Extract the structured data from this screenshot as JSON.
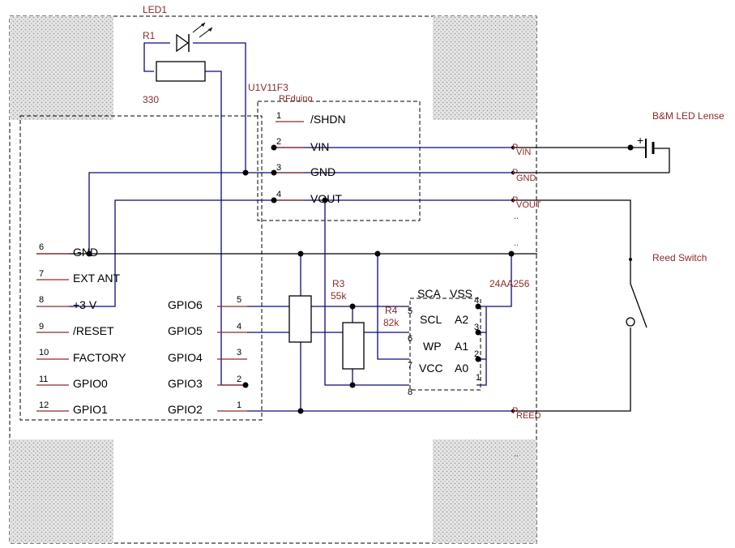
{
  "components": {
    "led_ref": "LED1",
    "r1_ref": "R1",
    "r1_value": "330",
    "module_ref": "U1V11F3",
    "module_name": "RFduino",
    "r3_ref": "R3",
    "r3_value": "55k",
    "r4_ref": "R4",
    "r4_value": "82k",
    "eeprom_ref": "24AA256",
    "battery_ref": "B&M LED Lense",
    "switch_ref": "Reed Switch",
    "battery_plus": "+"
  },
  "regulator_pins": [
    {
      "num": "1",
      "label": "/SHDN"
    },
    {
      "num": "2",
      "label": "VIN"
    },
    {
      "num": "3",
      "label": "GND"
    },
    {
      "num": "4",
      "label": "VOUT"
    }
  ],
  "left_pins": [
    {
      "num": "6",
      "label": "GND"
    },
    {
      "num": "7",
      "label": "EXT ANT"
    },
    {
      "num": "8",
      "label": "+3 V"
    },
    {
      "num": "9",
      "label": "/RESET"
    },
    {
      "num": "10",
      "label": "FACTORY"
    },
    {
      "num": "11",
      "label": "GPIO0"
    },
    {
      "num": "12",
      "label": "GPIO1"
    }
  ],
  "right_pins": [
    {
      "num": "5",
      "label": "GPIO6"
    },
    {
      "num": "4",
      "label": "GPIO5"
    },
    {
      "num": "3",
      "label": "GPIO4"
    },
    {
      "num": "2",
      "label": "GPIO3"
    },
    {
      "num": "1",
      "label": "GPIO2"
    }
  ],
  "eeprom": {
    "left_labels": [
      "SCA",
      "SCL",
      "WP",
      "VCC"
    ],
    "right_labels": [
      "VSS",
      "A2",
      "A1",
      "A0"
    ],
    "left_pins": [
      "5",
      "6",
      "7",
      "8"
    ],
    "right_pins": [
      "4",
      "3",
      "2",
      "1"
    ]
  },
  "connectors": [
    {
      "pin": "P",
      "label": "VIN"
    },
    {
      "pin": "P",
      "label": "GND"
    },
    {
      "pin": "P",
      "label": "VOUT"
    },
    {
      "pin": "P",
      "label": "REED"
    }
  ],
  "connector_extras": [
    "..",
    "..",
    ".."
  ]
}
